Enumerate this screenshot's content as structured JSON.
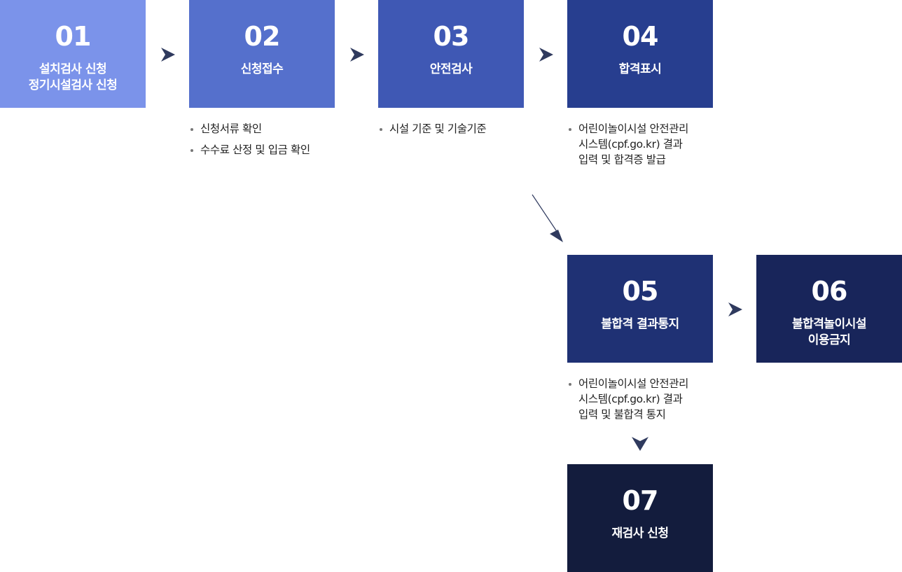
{
  "colors": {
    "step1": "#7b93ea",
    "step2": "#5570cc",
    "step3": "#3f58b4",
    "step4": "#273e8f",
    "step5": "#1f3174",
    "step6": "#18255a",
    "step7": "#131c3d",
    "arrow": "#2f3a5e"
  },
  "steps": [
    {
      "num": "01",
      "title": [
        "설치검사 신청",
        "정기시설검사 신청"
      ]
    },
    {
      "num": "02",
      "title": [
        "신청접수"
      ]
    },
    {
      "num": "03",
      "title": [
        "안전검사"
      ]
    },
    {
      "num": "04",
      "title": [
        "합격표시"
      ]
    },
    {
      "num": "05",
      "title": [
        "불합격 결과통지"
      ]
    },
    {
      "num": "06",
      "title": [
        "불합격놀이시설",
        "이용금지"
      ]
    },
    {
      "num": "07",
      "title": [
        "재검사 신청"
      ]
    }
  ],
  "notes": {
    "step2": [
      "신청서류 확인",
      "수수료 산정 및 입금 확인"
    ],
    "step3": [
      "시설 기준 및 기술기준"
    ],
    "step4": [
      [
        "어린이놀이시설 안전관리",
        "시스템(cpf.go.kr) 결과",
        "입력 및 합격증 발급"
      ]
    ],
    "step5": [
      [
        "어린이놀이시설 안전관리",
        "시스템(cpf.go.kr) 결과",
        "입력 및 불합격 통지"
      ]
    ]
  }
}
